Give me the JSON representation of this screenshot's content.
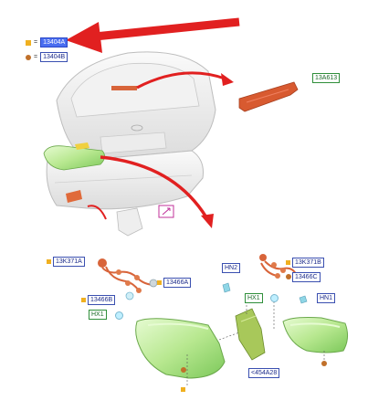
{
  "legend": {
    "items": [
      {
        "icon": "square-icon",
        "equals": "=",
        "code": "13404A",
        "highlighted": true
      },
      {
        "icon": "circle-icon",
        "equals": "=",
        "code": "13404B",
        "highlighted": false
      }
    ]
  },
  "top_labels": {
    "brake_light": "13A613"
  },
  "bottom_labels": {
    "left_bracket_upper": "13K371A",
    "left_bulb": "13466A",
    "left_connector": "13466B",
    "left_hx": "HX1",
    "hn2": "HN2",
    "right_bracket": "13K371B",
    "right_bulb": "13466C",
    "right_hx": "HX1",
    "right_hn": "HN1",
    "reflector": "<454A28"
  },
  "colors": {
    "arrow": "#e12020",
    "lamp_green": "#c8f0a0",
    "label_blue": "#3a4fb0",
    "label_green": "#2f8f3a",
    "highlight": "#4a6ef0",
    "bracket_orange": "#d8643a",
    "yellow_marker": "#f0b020"
  }
}
